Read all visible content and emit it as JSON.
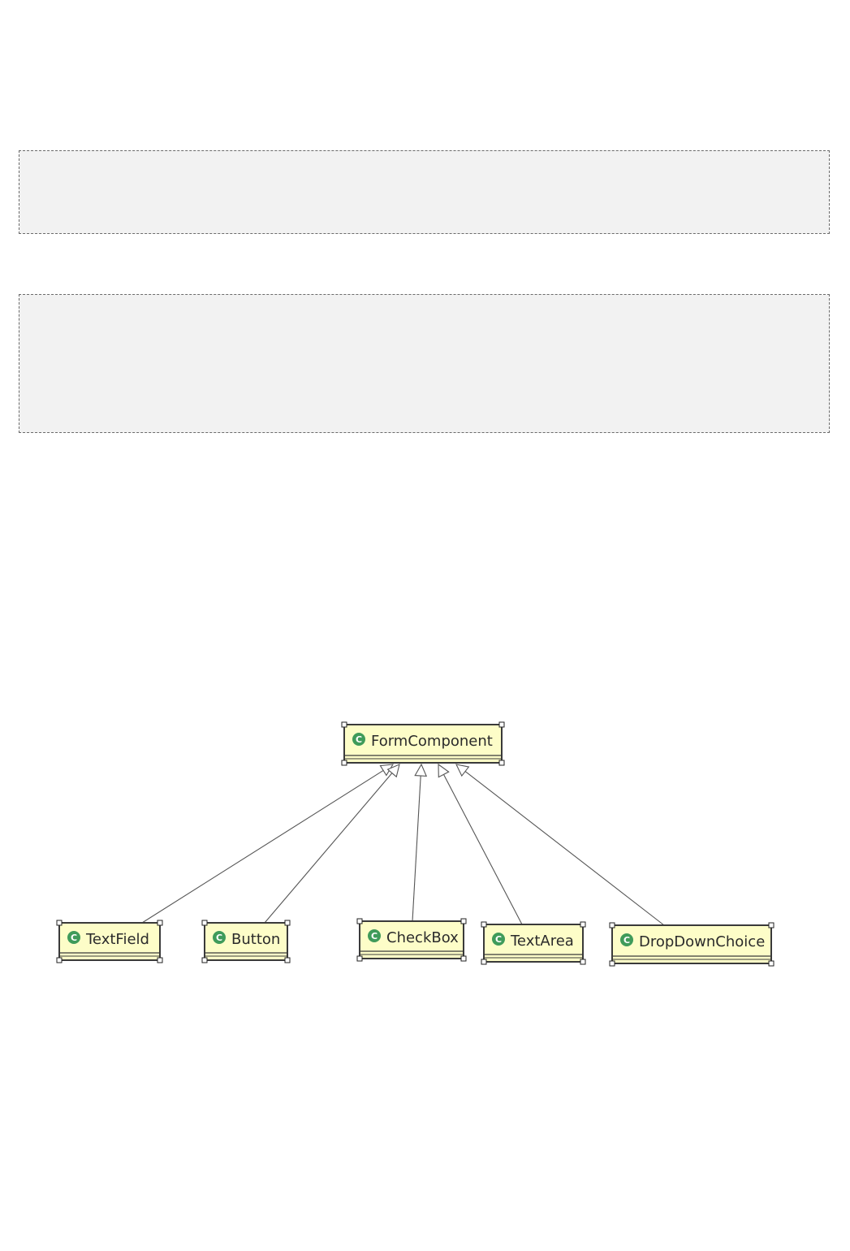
{
  "code_blocks": [
    {
      "id": "code-block-1",
      "text": ""
    },
    {
      "id": "code-block-2",
      "text": ""
    }
  ],
  "diagram": {
    "superclass": {
      "name": "FormComponent",
      "icon": "class-icon"
    },
    "subclasses": [
      {
        "name": "TextField",
        "icon": "class-icon"
      },
      {
        "name": "Button",
        "icon": "class-icon"
      },
      {
        "name": "CheckBox",
        "icon": "class-icon"
      },
      {
        "name": "TextArea",
        "icon": "class-icon"
      },
      {
        "name": "DropDownChoice",
        "icon": "class-icon"
      }
    ],
    "relationship": "generalization",
    "colors": {
      "class_fill": "#fdfdc8",
      "class_border": "#3a3a3a",
      "icon_fill": "#3f9b5a",
      "line": "#555555"
    }
  }
}
